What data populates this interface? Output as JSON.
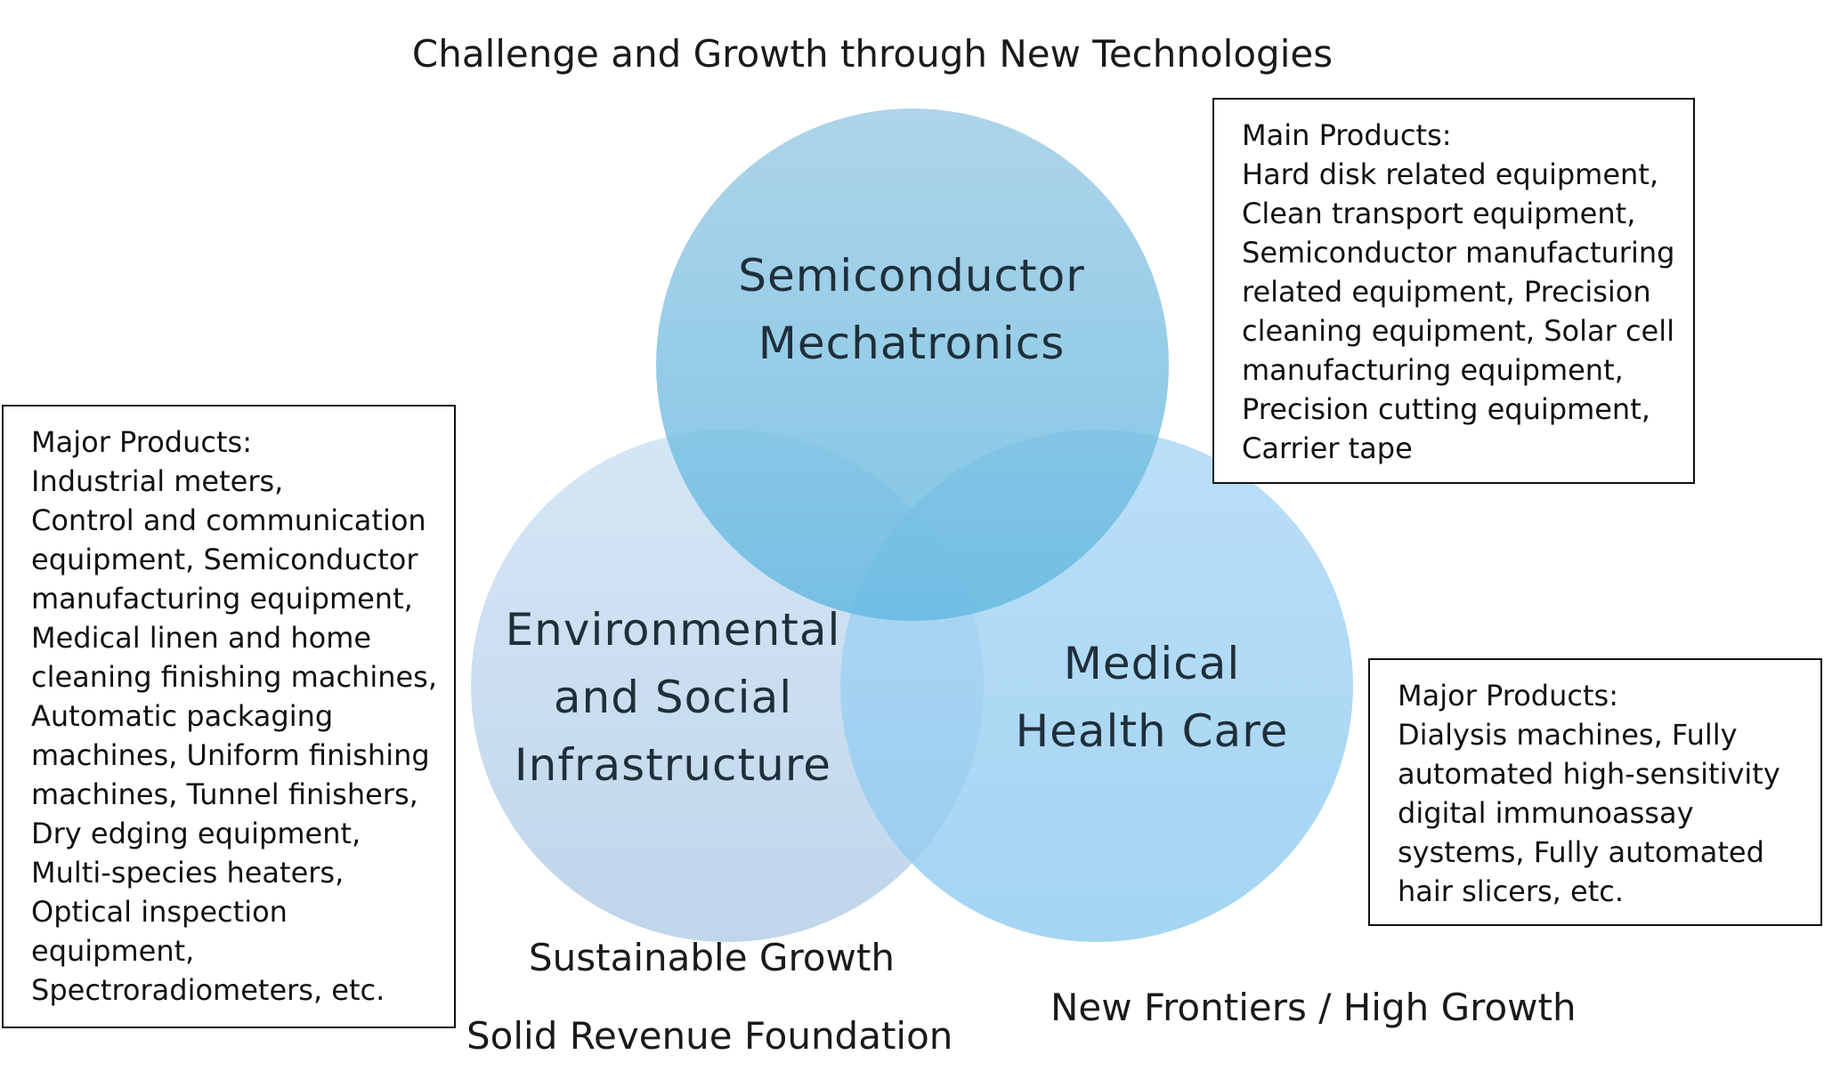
{
  "title": "Challenge and Growth through New Technologies",
  "circles": {
    "semiconductor": {
      "lines": [
        "Semiconductor",
        "Mechatronics"
      ],
      "color": "#7cc1e1"
    },
    "environmental": {
      "lines": [
        "Environmental",
        "and Social",
        "Infrastructure"
      ],
      "color": "#c6dcef"
    },
    "medical": {
      "lines": [
        "Medical",
        "Health Care"
      ],
      "color": "#9fd0f0"
    }
  },
  "boxes": {
    "main_products": {
      "lines": [
        "Main Products:",
        "Hard disk related equipment,",
        "Clean transport equipment,",
        "Semiconductor manufacturing",
        "related equipment, Precision",
        "cleaning equipment, Solar cell",
        "manufacturing equipment,",
        "Precision cutting equipment,",
        "Carrier tape"
      ]
    },
    "major_products_left": {
      "lines": [
        "Major Products:",
        "Industrial meters,",
        "Control and communication",
        "equipment, Semiconductor",
        "manufacturing equipment,",
        "Medical linen and home",
        "cleaning finishing machines,",
        "Automatic packaging",
        "machines, Uniform finishing",
        "machines, Tunnel finishers,",
        "Dry edging equipment,",
        "Multi-species heaters,",
        "Optical inspection",
        "equipment,",
        "Spectroradiometers, etc."
      ]
    },
    "major_products_right": {
      "lines": [
        "Major Products:",
        "Dialysis machines, Fully",
        "automated high-sensitivity",
        "digital immunoassay",
        "systems, Fully automated",
        "hair slicers, etc."
      ]
    }
  },
  "captions": {
    "sustainable": "Sustainable Growth",
    "frontiers": "New Frontiers / High Growth",
    "solid": "Solid Revenue Foundation"
  }
}
